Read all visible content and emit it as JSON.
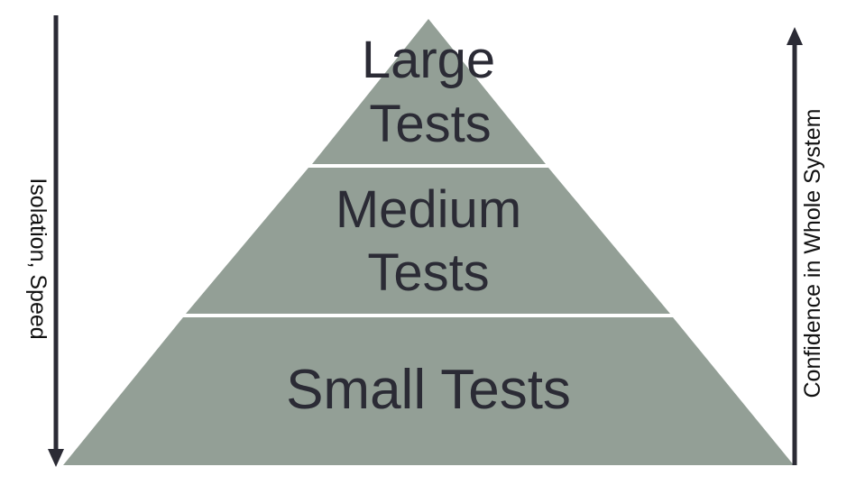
{
  "pyramid": {
    "top": {
      "line1": "Large",
      "line2": "Tests"
    },
    "middle": {
      "line1": "Medium",
      "line2": "Tests"
    },
    "bottom": {
      "line1": "Small Tests"
    }
  },
  "left_axis": {
    "label": "Isolation, Speed",
    "direction": "down"
  },
  "right_axis": {
    "label": "Confidence in Whole System",
    "direction": "up"
  },
  "colors": {
    "tier_fill": "#939f96",
    "tier_text": "#2b2b35",
    "arrow": "#2b2b35",
    "separator": "#ffffff"
  }
}
